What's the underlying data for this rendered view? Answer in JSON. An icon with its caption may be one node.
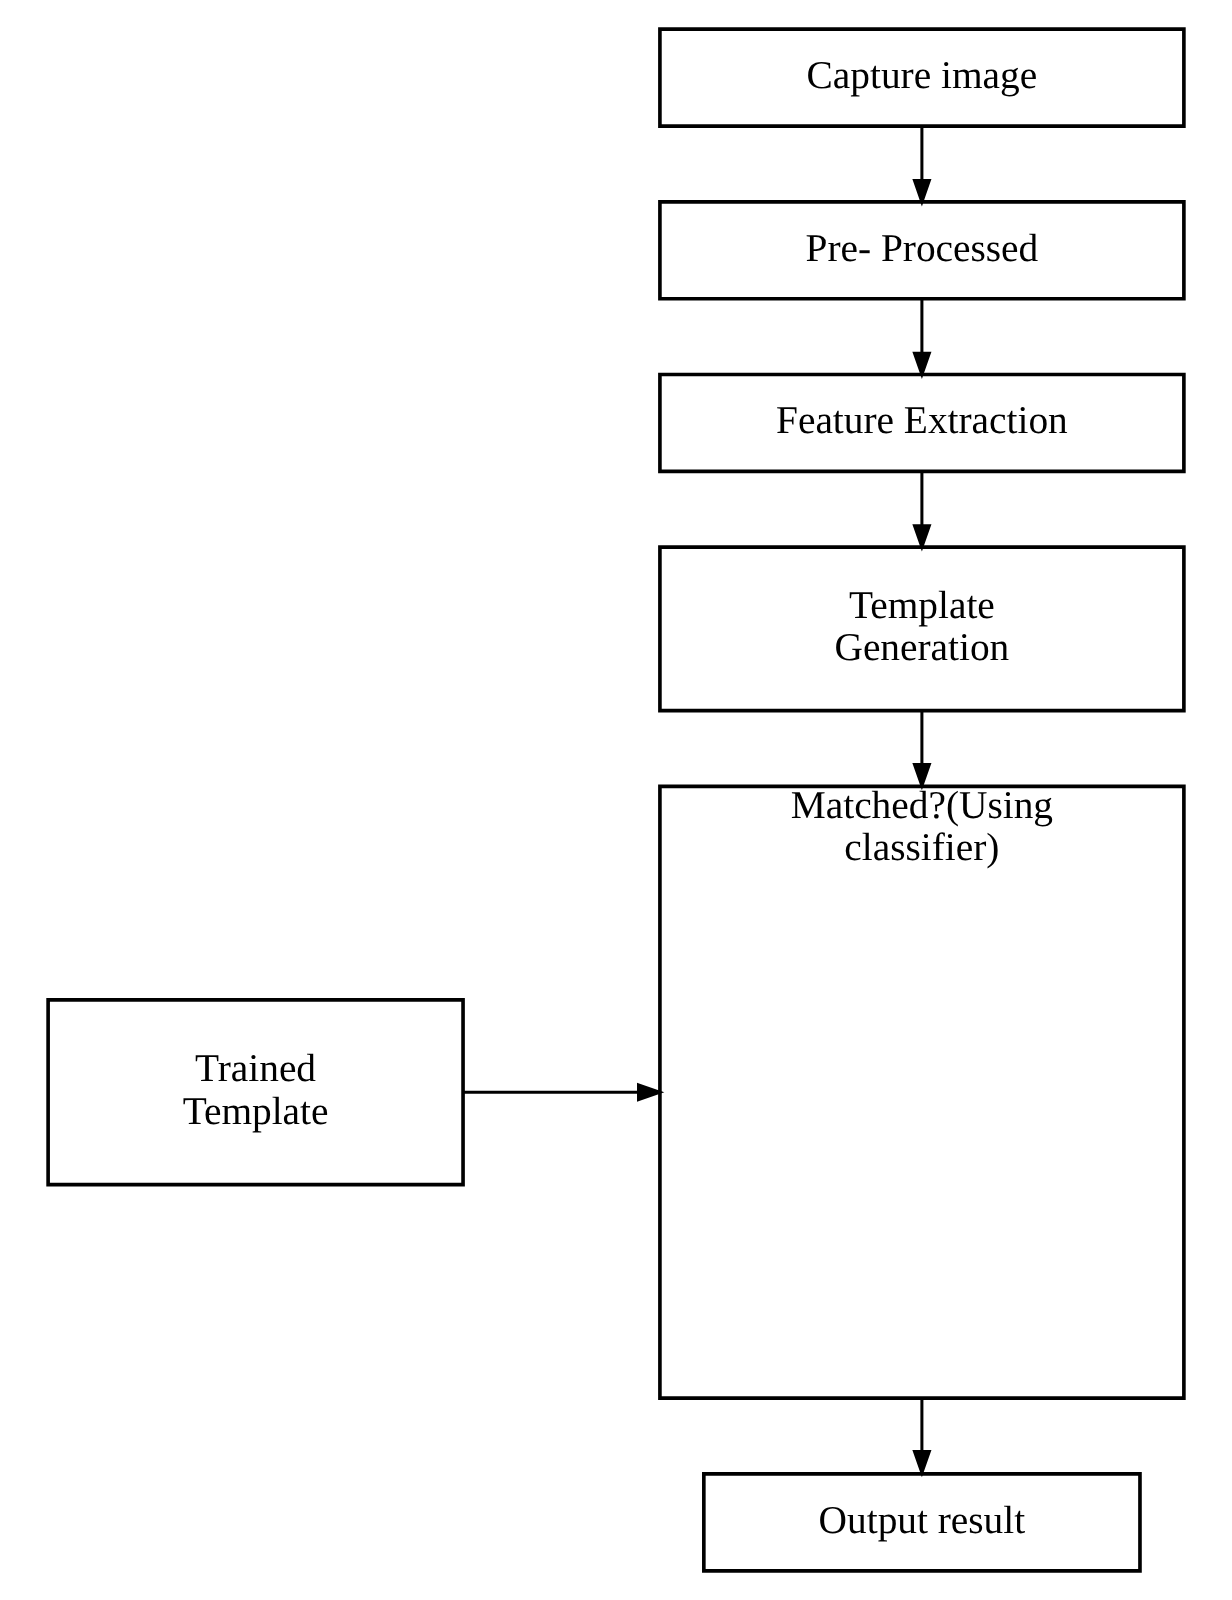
{
  "diagram": {
    "nodes": [
      {
        "text": [
          "Capture image"
        ]
      },
      {
        "text": [
          "Pre- Processed"
        ]
      },
      {
        "text": [
          "Feature Extraction"
        ]
      },
      {
        "text": [
          "Template Generation"
        ]
      },
      {
        "text": [
          "Matched?(Using classifier)"
        ]
      },
      {
        "text": [
          "Trained Template"
        ]
      },
      {
        "text": [
          "Output result"
        ]
      }
    ],
    "edges": [
      {
        "from": 0,
        "to": 1,
        "arrow": "to"
      },
      {
        "from": 1,
        "to": 2,
        "arrow": "to"
      },
      {
        "from": 2,
        "to": 3,
        "arrow": "to"
      },
      {
        "from": 3,
        "to": 4,
        "arrow": "to"
      },
      {
        "from": 5,
        "to": 4,
        "arrow": "to"
      },
      {
        "from": 4,
        "to": 6,
        "arrow": "to"
      }
    ]
  }
}
